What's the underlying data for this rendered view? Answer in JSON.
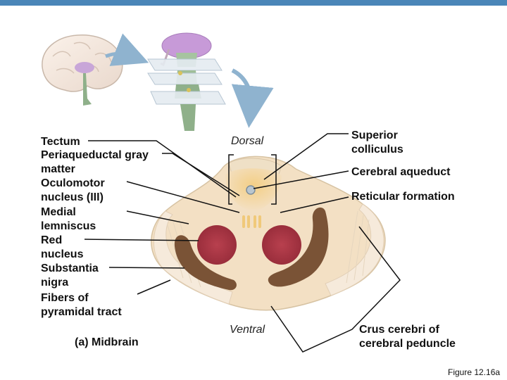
{
  "labels_left": {
    "tectum": "Tectum",
    "periaqueductal": "Periaqueductal gray\nmatter",
    "oculomotor": "Oculomotor\nnucleus (III)",
    "medial_lemniscus": "Medial\nlemniscus",
    "red_nucleus": "Red\nnucleus",
    "substantia_nigra": "Substantia\nnigra",
    "pyramidal": "Fibers of\npyramidal tract"
  },
  "labels_right": {
    "superior_colliculus": "Superior\ncolliculus",
    "cerebral_aqueduct": "Cerebral aqueduct",
    "reticular_formation": "Reticular formation",
    "crus_cerebri": "Crus cerebri of\ncerebral peduncle"
  },
  "orientation": {
    "dorsal": "Dorsal",
    "ventral": "Ventral"
  },
  "caption": "(a) Midbrain",
  "figure_number": "Figure 12.16a",
  "colors": {
    "top_bar": "#4a86b8",
    "tissue": "#f3e0c4",
    "gray_matter": "#f0c97a",
    "red_nucleus": "#b03a48",
    "substantia_nigra": "#7a5336",
    "crus": "#f6eadb"
  }
}
